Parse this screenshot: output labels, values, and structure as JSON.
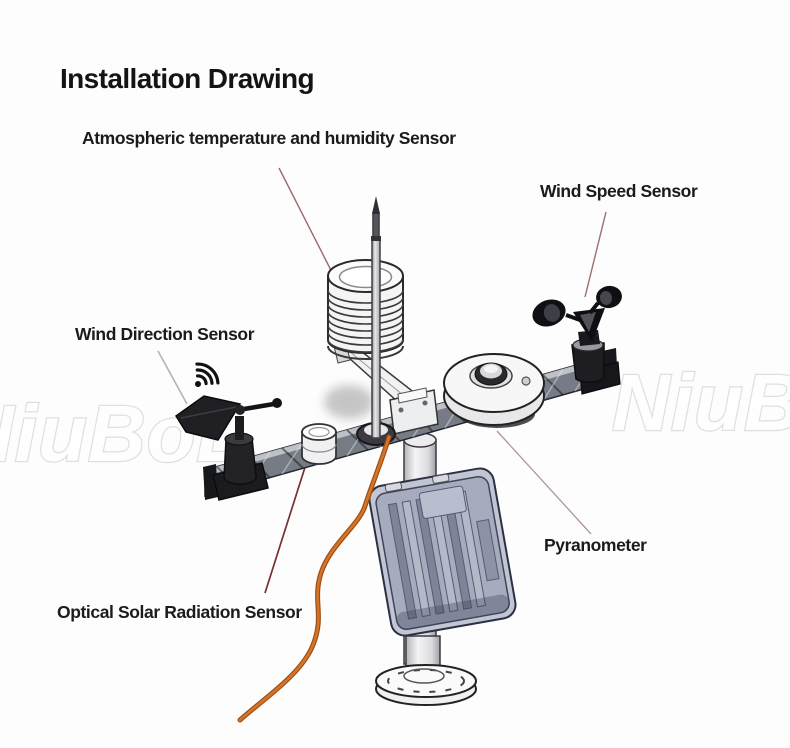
{
  "page": {
    "title": "Installation Drawing"
  },
  "labels": {
    "atmospheric": "Atmospheric temperature and humidity Sensor",
    "wind_speed": "Wind Speed Sensor",
    "wind_direction": "Wind Direction Sensor",
    "pyranometer": "Pyranometer",
    "optical_solar": "Optical Solar Radiation Sensor"
  },
  "watermarks": {
    "left": "NiuBoL",
    "right": "NiuB"
  },
  "icons": {
    "wifi_signal": "wifi-arcs"
  },
  "colors": {
    "label_text": "#1b1b1b",
    "background": "#fdfdfd",
    "cable_orange": "#c4641c",
    "leader_dark_red": "#77302e",
    "leader_gray": "#b9b1ae",
    "enclosure_gray_blue": "#a6abbd",
    "sensor_black": "#17171b",
    "metal_light": "#f2f2f4",
    "watermark_outline": "#dedede"
  }
}
